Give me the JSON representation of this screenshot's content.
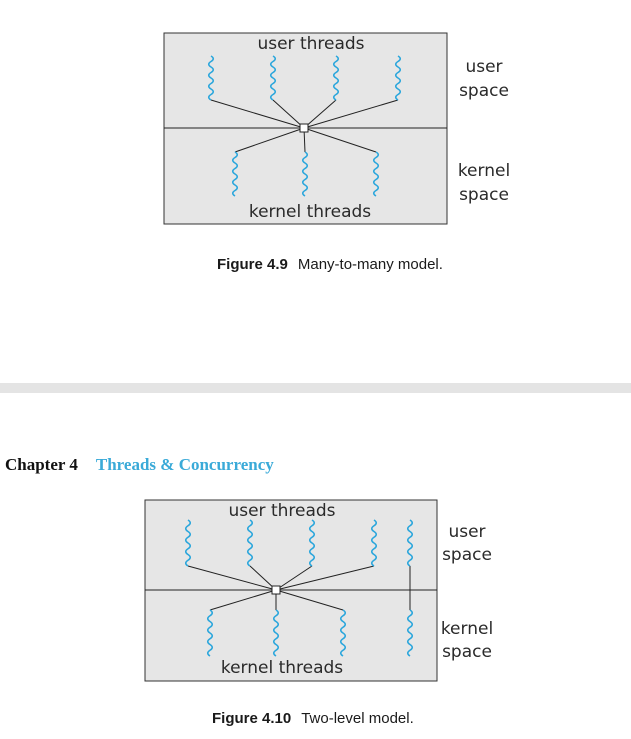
{
  "figure_top": {
    "user_threads_label": "user threads",
    "kernel_threads_label": "kernel threads",
    "user_space_label": [
      "user",
      "space"
    ],
    "kernel_space_label": [
      "kernel",
      "space"
    ],
    "caption_number": "Figure 4.9",
    "caption_text": "Many-to-many model.",
    "user_thread_count": 4,
    "kernel_thread_count": 3
  },
  "chapter_header": {
    "number": "Chapter 4",
    "title": "Threads & Concurrency"
  },
  "figure_bottom": {
    "user_threads_label": "user threads",
    "kernel_threads_label": "kernel threads",
    "user_space_label": [
      "user",
      "space"
    ],
    "kernel_space_label": [
      "kernel",
      "space"
    ],
    "caption_number": "Figure 4.10",
    "caption_text": "Two-level model.",
    "user_thread_count": 5,
    "kernel_thread_count": 4,
    "multiplexed_user_threads": 4,
    "bound_pairs": 1
  },
  "colors": {
    "box_fill": "#e6e6e6",
    "box_border": "#333333",
    "thread_wave": "#2aa6dc",
    "line": "#222222",
    "chapter_title": "#3aaad8",
    "page_gap": "#e4e4e4"
  }
}
